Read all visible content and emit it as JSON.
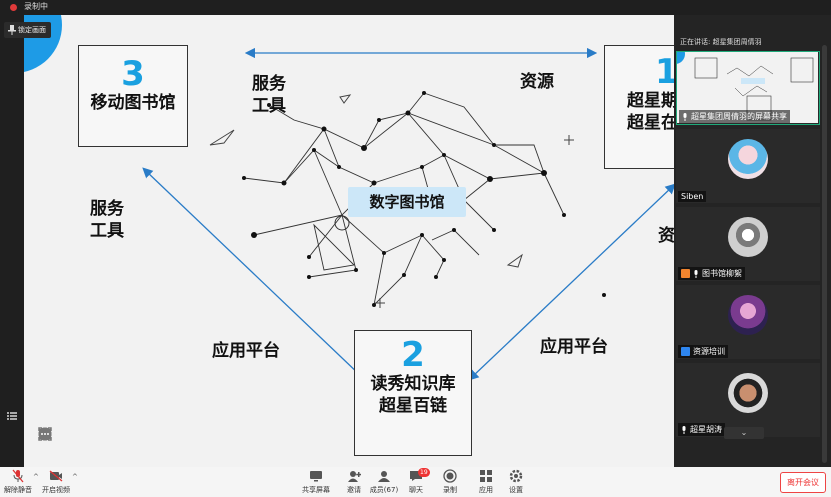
{
  "top": {
    "recording": "录制中"
  },
  "lock_view": "锁定画面",
  "slide": {
    "center": "数字图书馆",
    "box3": {
      "num": "3",
      "title": "移动图书馆"
    },
    "box2": {
      "num": "2",
      "title1": "读秀知识库",
      "title2": "超星百链"
    },
    "box1": {
      "num": "1",
      "title1": "超星期",
      "title2": "超星在"
    },
    "labels": {
      "service_top": [
        "服务",
        "工具"
      ],
      "resource_top": "资源",
      "service_left": [
        "服务",
        "工具"
      ],
      "resource_right": "资",
      "platform_left": "应用平台",
      "platform_right": "应用平台"
    }
  },
  "panel": {
    "speaking": "正在讲话: 超星集团周倩羽",
    "tiles": [
      {
        "name": "超星集团周倩羽的屏幕共享"
      },
      {
        "name": "Siben"
      },
      {
        "name": "图书馆柳絮"
      },
      {
        "name": "资源培训"
      },
      {
        "name": "超星胡涛"
      }
    ]
  },
  "toolbar": {
    "mute": "解除静音",
    "video": "开启视频",
    "share": "共享屏幕",
    "invite": "邀请",
    "members": "成员(67)",
    "chat": "聊天",
    "chat_badge": "19",
    "record": "录制",
    "apps": "应用",
    "settings": "设置",
    "leave": "离开会议"
  }
}
